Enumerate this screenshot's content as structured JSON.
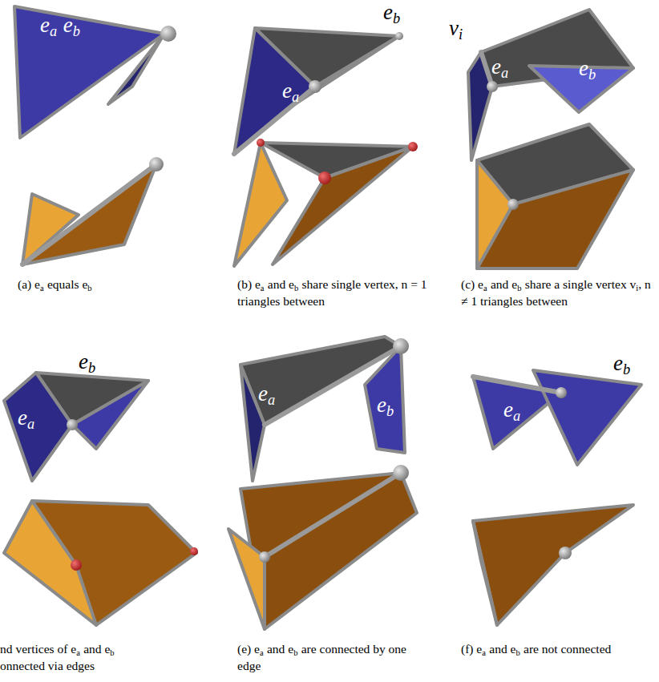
{
  "diagram": {
    "labels": [
      "e",
      "a",
      "e",
      "b",
      "e",
      "b",
      "e",
      "a",
      "v",
      "i",
      "e",
      "a",
      "e",
      "b",
      "e",
      "b",
      "e",
      "a",
      "e",
      "a",
      "e",
      "b",
      "e",
      "a",
      "e",
      "b",
      "(a) e",
      "a",
      "equals e",
      "b",
      "(b) e",
      "a",
      "and e",
      "b",
      "share single vertex, n = 1 triangles between",
      "(c) e",
      "a",
      "and e",
      "b",
      "share a single vertex v",
      "i",
      ", n ≠ 1 triangles between",
      "nd vertices of e",
      "a",
      "and e",
      "b",
      "onnected via edges",
      "(e) e",
      "a",
      "and e",
      "b",
      "are connected by one edge",
      "(f) e",
      "a",
      "and e",
      "b",
      "are not connected"
    ]
  }
}
